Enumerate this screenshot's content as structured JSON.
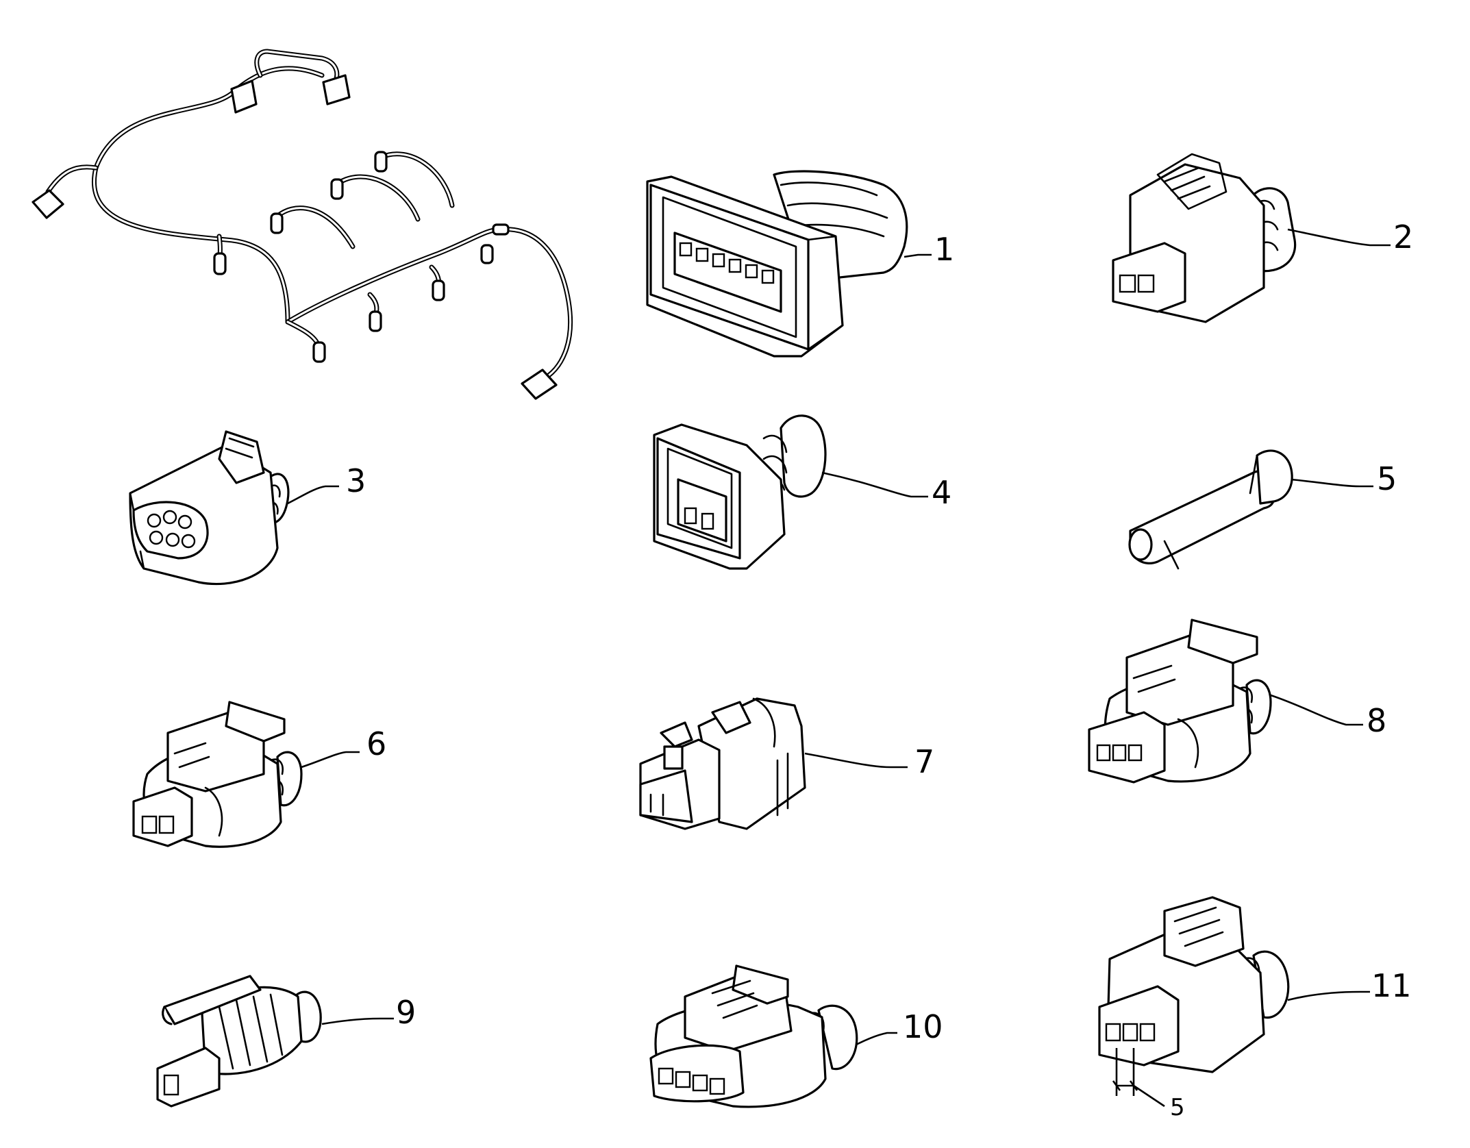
{
  "callouts": {
    "c1": "1",
    "c2": "2",
    "c3": "3",
    "c4": "4",
    "c5": "5",
    "c6": "6",
    "c7": "7",
    "c8": "8",
    "c9": "9",
    "c10": "10",
    "c11": "11",
    "dimension": "5"
  },
  "colors": {
    "line": "#000000",
    "background": "#ffffff"
  }
}
